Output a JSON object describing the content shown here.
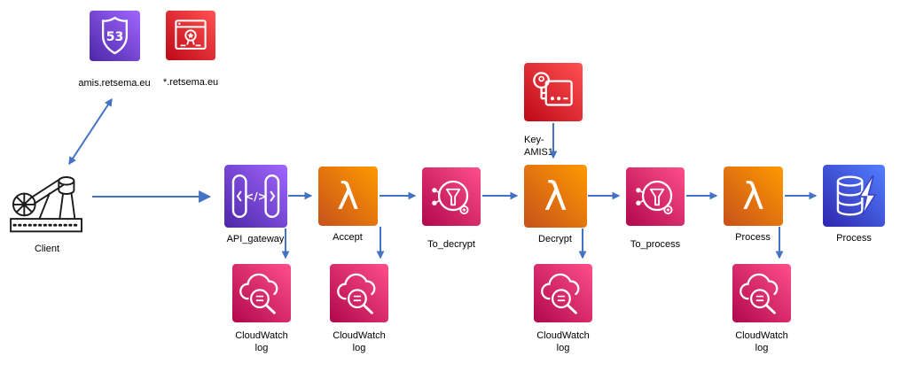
{
  "nodes": {
    "route53": {
      "label": "amis.retsema.eu",
      "icon": "route53-icon"
    },
    "certificate": {
      "label": "*.retsema.eu",
      "icon": "certificate-icon"
    },
    "client": {
      "label": "Client",
      "icon": "client-icon"
    },
    "api_gateway": {
      "label": "API_gateway",
      "icon": "api-gateway-icon"
    },
    "accept": {
      "label": "Accept",
      "icon": "lambda-icon"
    },
    "to_decrypt": {
      "label": "To_decrypt",
      "icon": "sns-topic-icon"
    },
    "decrypt": {
      "label": "Decrypt",
      "icon": "lambda-icon"
    },
    "key_amis1": {
      "label": "Key-\nAMIS1",
      "icon": "kms-key-icon"
    },
    "to_process": {
      "label": "To_process",
      "icon": "sns-topic-icon"
    },
    "process_lambda": {
      "label": "Process",
      "icon": "lambda-icon"
    },
    "process_db": {
      "label": "Process",
      "icon": "database-icon"
    },
    "cloudwatch_log_1": {
      "label": "CloudWatch\nlog",
      "icon": "cloudwatch-logs-icon"
    },
    "cloudwatch_log_2": {
      "label": "CloudWatch\nlog",
      "icon": "cloudwatch-logs-icon"
    },
    "cloudwatch_log_3": {
      "label": "CloudWatch\nlog",
      "icon": "cloudwatch-logs-icon"
    },
    "cloudwatch_log_4": {
      "label": "CloudWatch\nlog",
      "icon": "cloudwatch-logs-icon"
    }
  },
  "glyphs": {
    "route53_number": "53",
    "api_gateway": "</>",
    "lambda": "λ"
  },
  "edges": [
    {
      "from": "client",
      "to": "route53",
      "style": "bidirectional"
    },
    {
      "from": "client",
      "to": "api_gateway"
    },
    {
      "from": "api_gateway",
      "to": "accept"
    },
    {
      "from": "accept",
      "to": "to_decrypt"
    },
    {
      "from": "to_decrypt",
      "to": "decrypt"
    },
    {
      "from": "key_amis1",
      "to": "decrypt"
    },
    {
      "from": "decrypt",
      "to": "to_process"
    },
    {
      "from": "to_process",
      "to": "process_lambda"
    },
    {
      "from": "process_lambda",
      "to": "process_db"
    },
    {
      "from": "api_gateway",
      "to": "cloudwatch_log_1"
    },
    {
      "from": "accept",
      "to": "cloudwatch_log_2"
    },
    {
      "from": "decrypt",
      "to": "cloudwatch_log_3"
    },
    {
      "from": "process_lambda",
      "to": "cloudwatch_log_4"
    }
  ],
  "colors": {
    "arrow": "#4472C4",
    "purple": [
      "#4D27A8",
      "#A166FF"
    ],
    "red": [
      "#BD0816",
      "#FF5252"
    ],
    "orange": [
      "#C8511B",
      "#FF9900"
    ],
    "pink": [
      "#B0084D",
      "#FF4F8B"
    ],
    "blue": [
      "#2E27AD",
      "#527FFF"
    ],
    "client_stroke": "#1A1A1A",
    "background": "#FFFFFF"
  }
}
